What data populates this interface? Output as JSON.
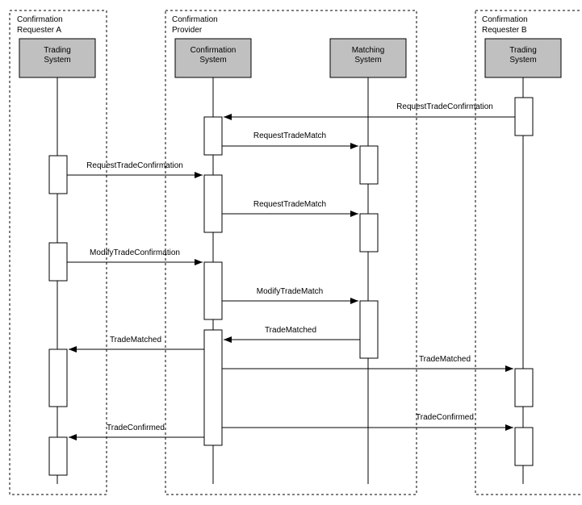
{
  "colors": {
    "background": "#ffffff",
    "header_box": "#c0c0c0",
    "line": "#000000"
  },
  "groups": [
    {
      "id": "A",
      "title_lines": [
        "Confirmation",
        "Requester A"
      ]
    },
    {
      "id": "P",
      "title_lines": [
        "Confirmation",
        "Provider"
      ]
    },
    {
      "id": "B",
      "title_lines": [
        "Confirmation",
        "Requester B"
      ]
    }
  ],
  "lifelines": [
    {
      "id": "tsA",
      "label_lines": [
        "Trading",
        "System"
      ]
    },
    {
      "id": "cs",
      "label_lines": [
        "Confirmation",
        "System"
      ]
    },
    {
      "id": "ms",
      "label_lines": [
        "Matching",
        "System"
      ]
    },
    {
      "id": "tsB",
      "label_lines": [
        "Trading",
        "System"
      ]
    }
  ],
  "messages": [
    {
      "label": "RequestTradeConfirmation",
      "from": "tsB",
      "to": "cs"
    },
    {
      "label": "RequestTradeMatch",
      "from": "cs",
      "to": "ms"
    },
    {
      "label": "RequestTradeConfirmation",
      "from": "tsA",
      "to": "cs"
    },
    {
      "label": "RequestTradeMatch",
      "from": "cs",
      "to": "ms"
    },
    {
      "label": "ModifyTradeConfirmation",
      "from": "tsA",
      "to": "cs"
    },
    {
      "label": "ModifyTradeMatch",
      "from": "cs",
      "to": "ms"
    },
    {
      "label": "TradeMatched",
      "from": "ms",
      "to": "cs"
    },
    {
      "label": "TradeMatched",
      "from": "cs",
      "to": "tsA"
    },
    {
      "label": "TradeMatched",
      "from": "cs",
      "to": "tsB"
    },
    {
      "label": "TradeConfirmed",
      "from": "cs",
      "to": "tsB"
    },
    {
      "label": "TradeConfirmed",
      "from": "cs",
      "to": "tsA"
    }
  ]
}
